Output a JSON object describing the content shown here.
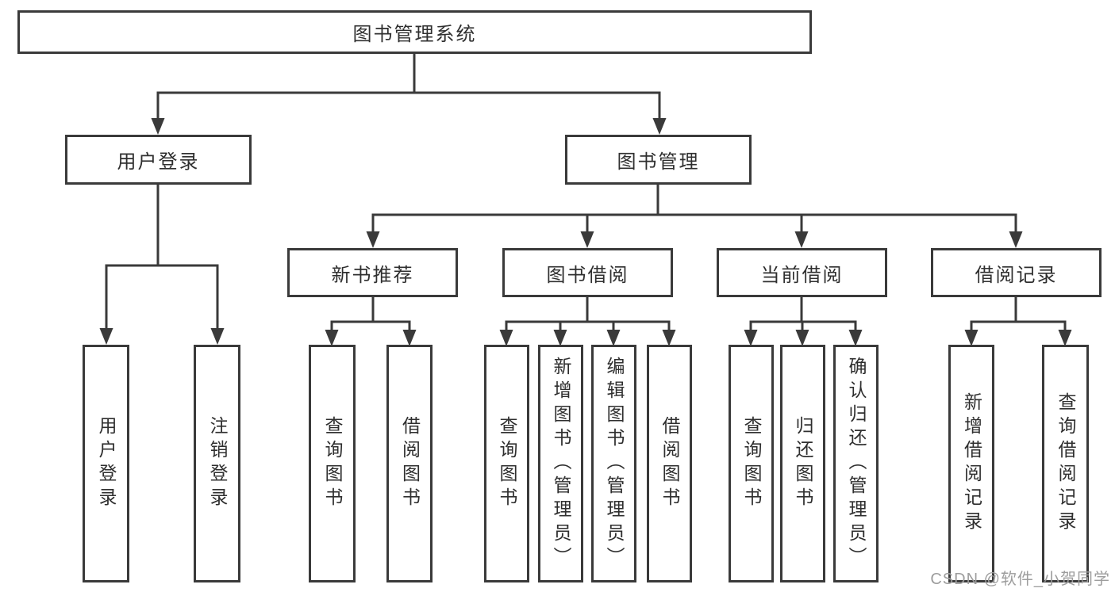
{
  "diagram": {
    "type": "tree",
    "colors": {
      "line": "#3a3a3a",
      "box_border": "#3a3a3a",
      "text": "#2f2f2f",
      "background": "#ffffff",
      "watermark": "#9d9d9d"
    },
    "tree": {
      "root": {
        "label": "图书管理系统"
      },
      "login": {
        "label": "用户登录",
        "leaves": [
          "用户登录",
          "注销登录"
        ]
      },
      "management": {
        "label": "图书管理",
        "groups": [
          {
            "label": "新书推荐",
            "leaves": [
              "查询图书",
              "借阅图书"
            ]
          },
          {
            "label": "图书借阅",
            "leaves": [
              "查询图书",
              "新增图书（管理员）",
              "编辑图书（管理员）",
              "借阅图书"
            ]
          },
          {
            "label": "当前借阅",
            "leaves": [
              "查询图书",
              "归还图书",
              "确认归还（管理员）"
            ]
          },
          {
            "label": "借阅记录",
            "leaves": [
              "新增借阅记录",
              "查询借阅记录"
            ]
          }
        ]
      }
    },
    "watermark": {
      "text": "CSDN @软件_小贺同学"
    }
  }
}
